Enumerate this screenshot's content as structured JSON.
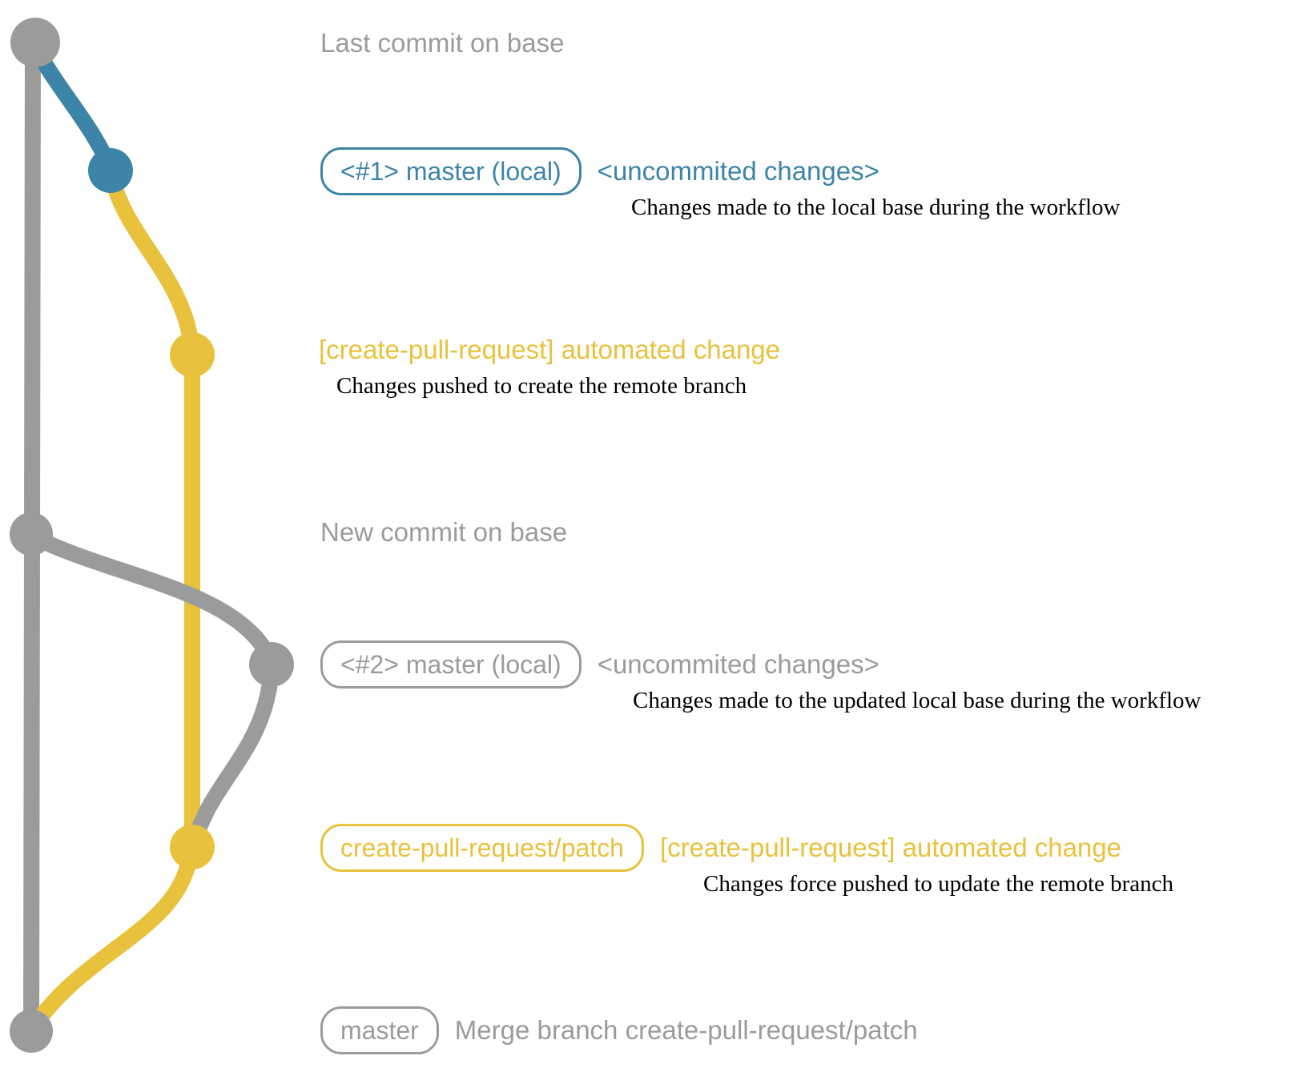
{
  "colors": {
    "gray": "#9b9b9b",
    "blue": "#3c84a8",
    "yellow": "#e8c23d",
    "desc": "#000000"
  },
  "annotations": {
    "caption_top": "Last commit on base",
    "row1": {
      "pill": "<#1> master (local)",
      "tag": "<uncommited changes>",
      "description": "Changes made to the local base during the workflow"
    },
    "row_automated_1": {
      "label": "[create-pull-request] automated change",
      "description": "Changes pushed to create the remote branch"
    },
    "caption_mid": "New commit on base",
    "row2": {
      "pill": "<#2> master (local)",
      "tag": "<uncommited changes>",
      "description": "Changes made to the updated local base during the workflow"
    },
    "row3": {
      "pill": "create-pull-request/patch",
      "tag": "[create-pull-request] automated change",
      "description": "Changes force pushed to update the remote branch"
    },
    "row4": {
      "pill": "master",
      "text": "Merge branch create-pull-request/patch"
    }
  }
}
